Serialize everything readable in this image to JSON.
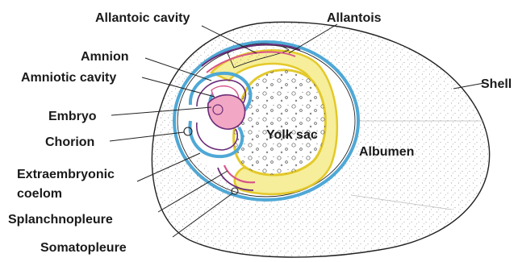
{
  "figure": {
    "subject": "egg cross-section",
    "colors": {
      "outline": "#222222",
      "stipple": "#8a8a8a",
      "amnion_blue": "#4fa8d6",
      "allantois_yellow": "#f0e24a",
      "chorion_pink": "#d9548a",
      "embryo_purple": "#6b2c7a",
      "embryo_pink": "#f2a7c4",
      "yolk": "#ffffff"
    }
  },
  "labels": {
    "allantoic_cavity": "Allantoic cavity",
    "allantois": "Allantois",
    "amnion": "Amnion",
    "amniotic_cavity": "Amniotic cavity",
    "embryo": "Embryo",
    "chorion": "Chorion",
    "extraembryonic_1": "Extraembryonic",
    "extraembryonic_2": "coelom",
    "splanchnopleure": "Splanchnopleure",
    "somatopleure": "Somatopleure",
    "yolk_sac": "Yolk sac",
    "albumen": "Albumen",
    "shell": "Shell"
  }
}
